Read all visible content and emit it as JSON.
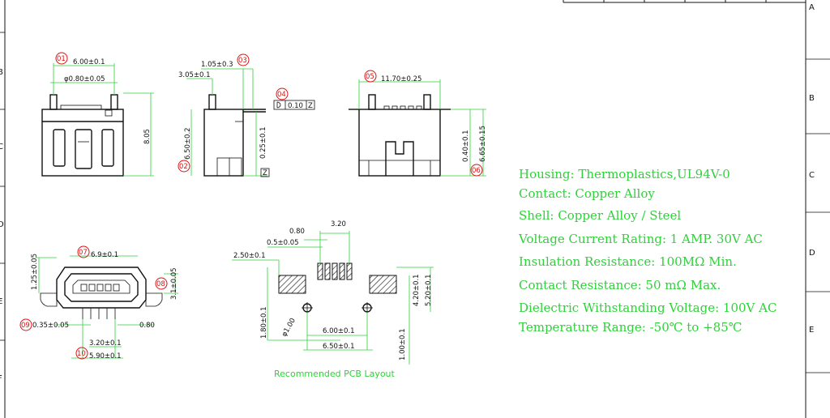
{
  "frame": {
    "right_letters": [
      "A",
      "B",
      "C",
      "D",
      "E"
    ],
    "left_letters": [
      "B",
      "C",
      "D",
      "E",
      "F"
    ]
  },
  "callouts": [
    "01",
    "02",
    "03",
    "04",
    "05",
    "06",
    "07",
    "08",
    "09",
    "10"
  ],
  "dims": {
    "d01": "6.00±0.1",
    "d_pin": "φ0.80±0.05",
    "d_805": "8.05",
    "d_105": "1.05±0.3",
    "d_305": "3.05±0.1",
    "d_650v": "6.50±0.2",
    "d_025": "0.25±0.1",
    "d04_tol": "0.10",
    "d04_ref": "Z",
    "z_mark": "Z",
    "d05": "11.70±0.25",
    "d_040": "0.40±0.1",
    "d06": "6.65±0.15",
    "d07": "6.9±0.1",
    "d_125": "1.25±0.05",
    "d08": "3.1±0.05",
    "d09": "0.35±0.05",
    "d_080b": "0.80",
    "d_320b": "3.20±0.1",
    "d10": "5.90±0.1",
    "p_080": "0.80",
    "p_320": "3.20",
    "p_05": "0.5±0.05",
    "p_250": "2.50±0.1",
    "p_420": "4.20±0.1",
    "p_520": "5.20±0.1",
    "p_180": "1.80±0.1",
    "p_hole": "φ1.00",
    "p_600": "6.00±0.1",
    "p_650": "6.50±0.1",
    "p_100": "1.00±0.1"
  },
  "pcb_caption": "Recommended PCB Layout",
  "specs": [
    "Housing:  Thermoplastics,UL94V-0",
    "Contact: Copper Alloy",
    "Shell: Copper Alloy / Steel",
    "Voltage Current Rating: 1 AMP. 30V AC",
    "Insulation Resistance: 100MΩ  Min.",
    "Contact Resistance: 50 mΩ  Max.",
    "Dielectric Withstanding Voltage: 100V AC",
    "Temperature Range:  -50℃  to +85℃"
  ]
}
